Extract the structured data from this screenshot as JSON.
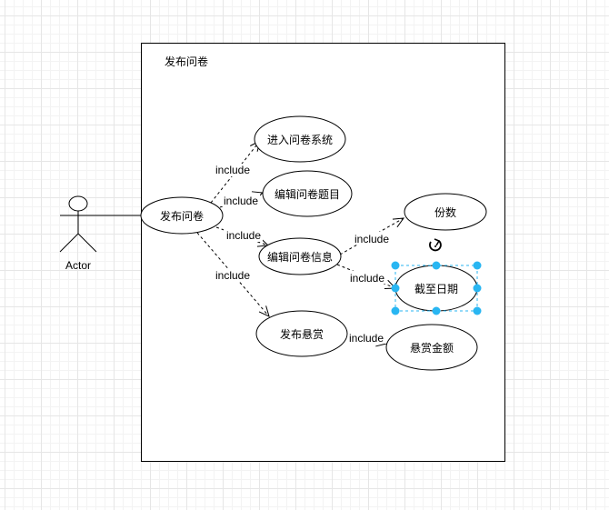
{
  "diagram": {
    "type": "use-case",
    "boundary": {
      "title": "发布问卷"
    },
    "actor": {
      "label": "Actor"
    },
    "use_cases": [
      {
        "id": "uc_publish",
        "label": "发布问卷"
      },
      {
        "id": "uc_enter",
        "label": "进入问卷系统"
      },
      {
        "id": "uc_edit_q",
        "label": "编辑问卷题目"
      },
      {
        "id": "uc_edit_info",
        "label": "编辑问卷信息"
      },
      {
        "id": "uc_copies",
        "label": "份数"
      },
      {
        "id": "uc_deadline",
        "label": "截至日期",
        "selected": true
      },
      {
        "id": "uc_reward",
        "label": "发布悬赏"
      },
      {
        "id": "uc_amount",
        "label": "悬赏金额"
      }
    ],
    "relations": [
      {
        "from": "actor",
        "to": "uc_publish",
        "type": "association",
        "label": ""
      },
      {
        "from": "uc_publish",
        "to": "uc_enter",
        "type": "include",
        "label": "include"
      },
      {
        "from": "uc_publish",
        "to": "uc_edit_q",
        "type": "include",
        "label": "include"
      },
      {
        "from": "uc_publish",
        "to": "uc_edit_info",
        "type": "include",
        "label": "include"
      },
      {
        "from": "uc_publish",
        "to": "uc_reward",
        "type": "include",
        "label": "include"
      },
      {
        "from": "uc_edit_info",
        "to": "uc_copies",
        "type": "include",
        "label": "include"
      },
      {
        "from": "uc_edit_info",
        "to": "uc_deadline",
        "type": "include",
        "label": "include"
      },
      {
        "from": "uc_reward",
        "to": "uc_amount",
        "type": "include",
        "label": "include"
      }
    ],
    "selection": {
      "handle_color": "#29b6f2",
      "rotate_icon": "rotate-icon"
    }
  }
}
